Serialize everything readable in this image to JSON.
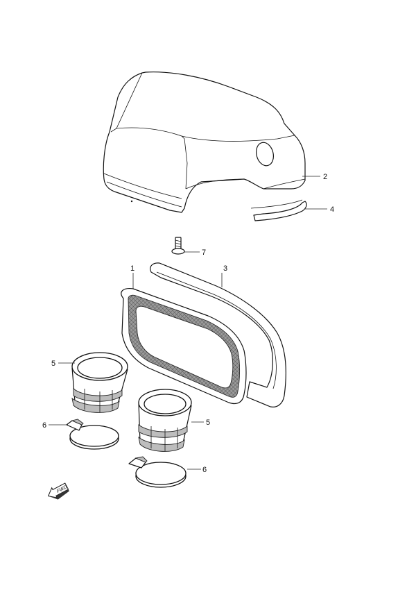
{
  "callouts": {
    "c1": "1",
    "c2": "2",
    "c3": "3",
    "c4": "4",
    "c5a": "5",
    "c5b": "5",
    "c6a": "6",
    "c6b": "6",
    "c7": "7"
  },
  "direction_marker": {
    "label": "FWD",
    "icon": "forward-arrow-icon"
  }
}
